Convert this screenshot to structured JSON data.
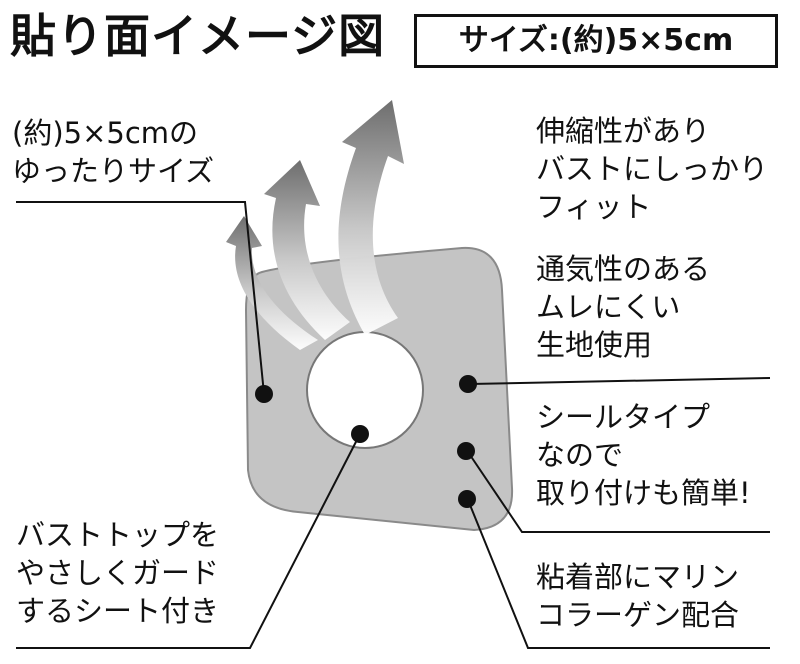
{
  "title": "貼り面イメージ図",
  "size_badge": "サイズ:(約)5×5cm",
  "callouts": {
    "size": [
      "(約)5×5cmの",
      "ゆったりサイズ"
    ],
    "stretch": [
      "伸縮性があり",
      "バストにしっかり",
      "フィット"
    ],
    "breathable": [
      "通気性のある",
      "ムレにくい",
      "生地使用"
    ],
    "seal": [
      "シールタイプ",
      "なので",
      "取り付けも簡単!"
    ],
    "collagen": [
      "粘着部にマリン",
      "コラーゲン配合"
    ],
    "bust_top": [
      "バストトップを",
      "やさしくガード",
      "するシート付き"
    ]
  },
  "colors": {
    "patch_fill": "#c4c4c4",
    "patch_stroke": "#8a8a8a",
    "line": "#111111",
    "dot": "#111111"
  },
  "icons": [
    "breathability-arrow-icon",
    "callout-dot-icon"
  ]
}
